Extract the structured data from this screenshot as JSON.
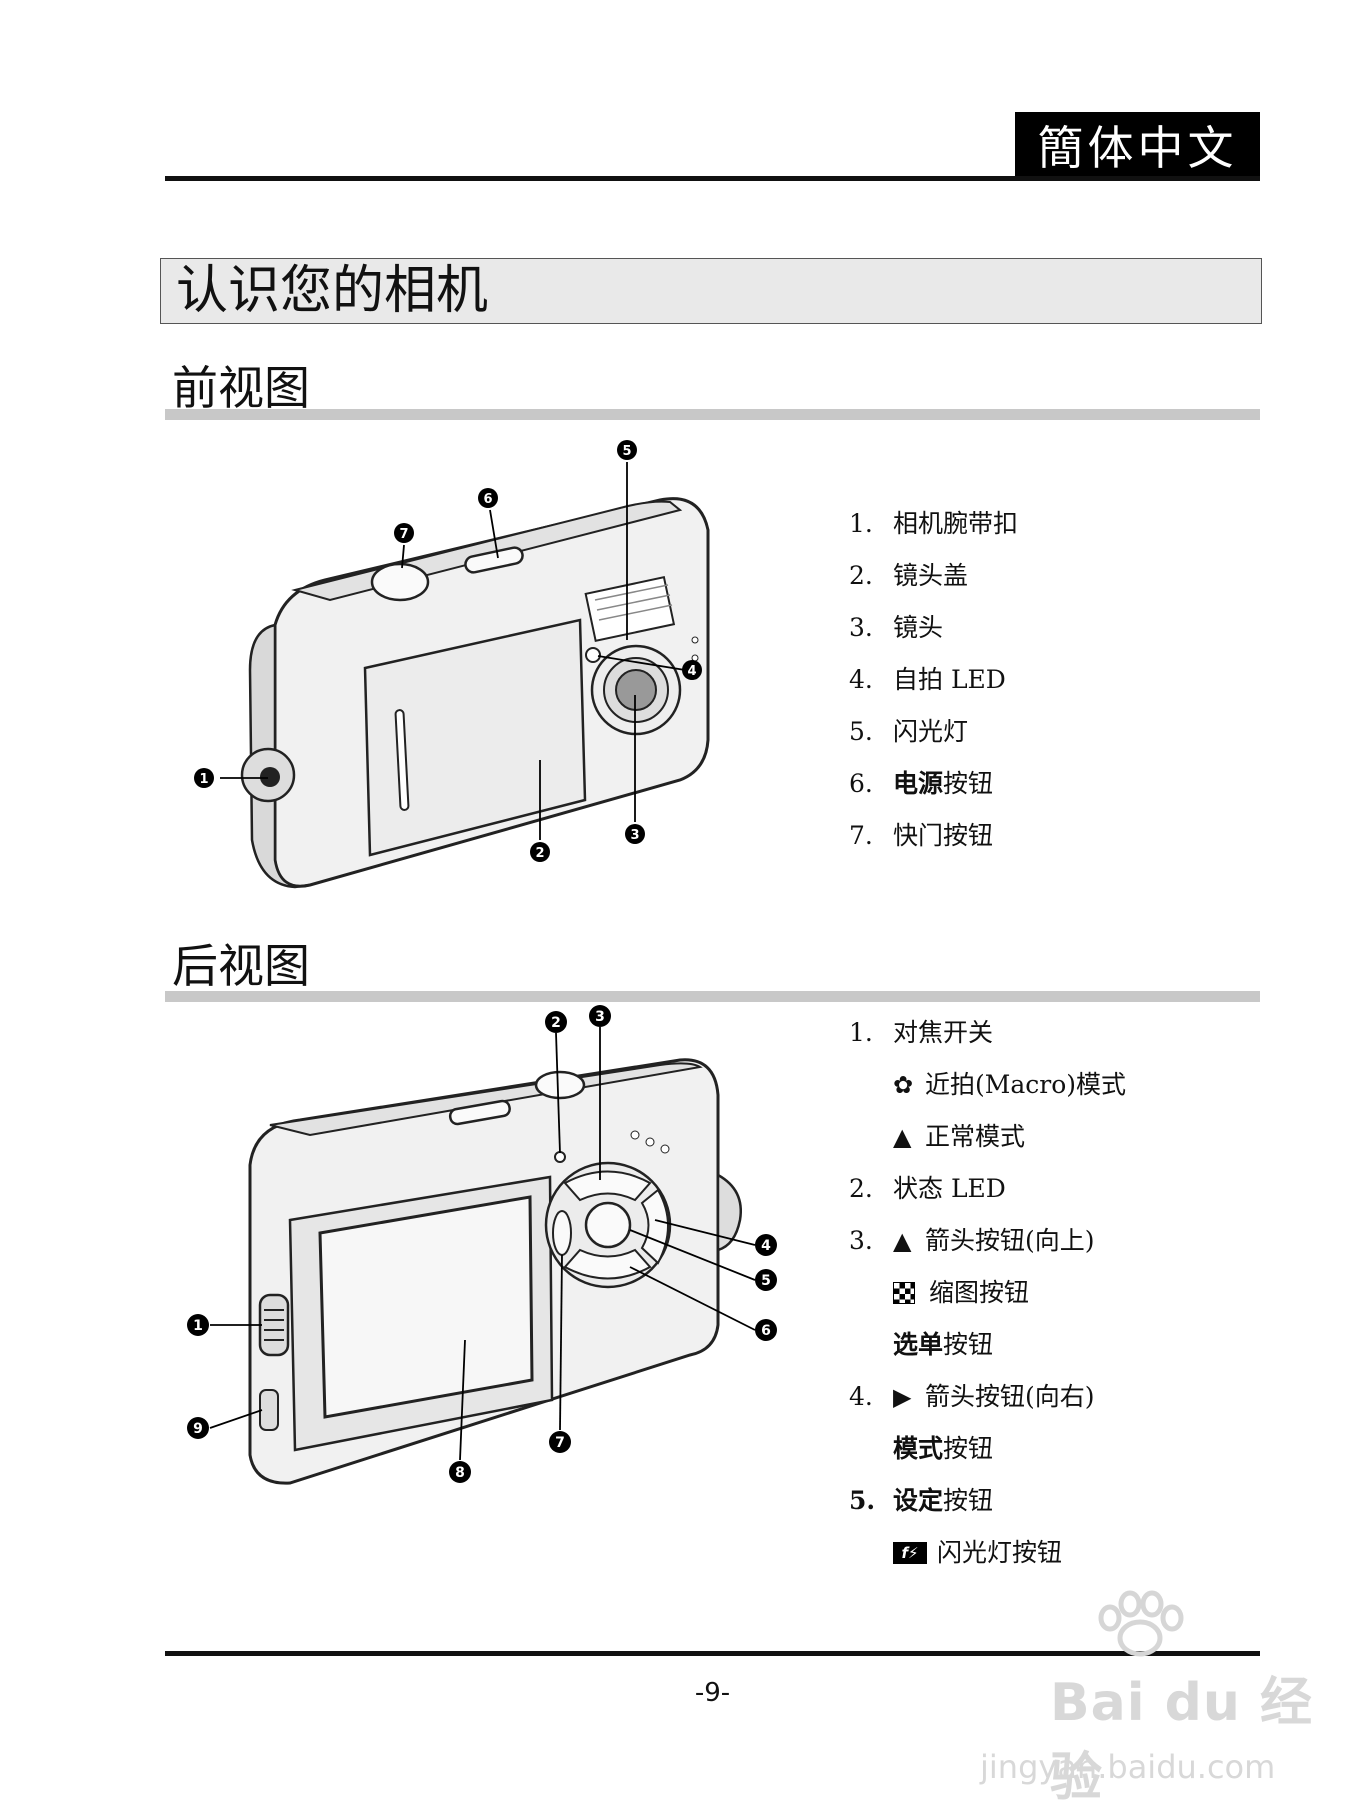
{
  "header": {
    "language": "簡体中文"
  },
  "page_title": "认识您的相机",
  "front_view": {
    "heading": "前视图",
    "items": [
      {
        "num": "1.",
        "parts": [
          {
            "text": "相机腕带扣",
            "bold": false
          }
        ]
      },
      {
        "num": "2.",
        "parts": [
          {
            "text": "镜头盖",
            "bold": false
          }
        ]
      },
      {
        "num": "3.",
        "parts": [
          {
            "text": "镜头",
            "bold": false
          }
        ]
      },
      {
        "num": "4.",
        "parts": [
          {
            "text": "自拍 LED",
            "bold": false
          }
        ]
      },
      {
        "num": "5.",
        "parts": [
          {
            "text": "闪光灯",
            "bold": false
          }
        ]
      },
      {
        "num": "6.",
        "parts": [
          {
            "text": "电源",
            "bold": true
          },
          {
            "text": "按钮",
            "bold": false
          }
        ]
      },
      {
        "num": "7.",
        "parts": [
          {
            "text": "快门按钮",
            "bold": false
          }
        ]
      }
    ],
    "callouts": [
      "1",
      "2",
      "3",
      "4",
      "5",
      "6",
      "7"
    ]
  },
  "rear_view": {
    "heading": "后视图",
    "callouts": [
      "1",
      "2",
      "3",
      "4",
      "5",
      "6",
      "7",
      "8",
      "9"
    ],
    "items": {
      "r1": {
        "num": "1.",
        "text": "对焦开关"
      },
      "r1a": {
        "icon": "macro-flower-icon",
        "glyph": "✿",
        "text": "近拍(Macro)模式"
      },
      "r1b": {
        "icon": "mountain-icon",
        "glyph": "▲",
        "text": "正常模式"
      },
      "r2": {
        "num": "2.",
        "text": "状态 LED"
      },
      "r3": {
        "num": "3.",
        "icon": "up-arrow-icon",
        "glyph": "▲",
        "text": "箭头按钮(向上)"
      },
      "r3a": {
        "icon": "thumbnail-icon",
        "text": "缩图按钮"
      },
      "r3b": {
        "bold": "选单",
        "text": "按钮"
      },
      "r4": {
        "num": "4.",
        "icon": "right-arrow-icon",
        "glyph": "▶",
        "text": "箭头按钮(向右)"
      },
      "r4a": {
        "bold": "模式",
        "text": "按钮"
      },
      "r5": {
        "num": "5.",
        "bold": "设定",
        "text": "按钮"
      },
      "r5a": {
        "icon": "flash-icon",
        "glyph": "f⚡",
        "text": "闪光灯按钮"
      }
    }
  },
  "footer": {
    "page": "-9-"
  },
  "watermark": {
    "brand": "Bai du 经验",
    "url": "jingyan.baidu.com"
  }
}
